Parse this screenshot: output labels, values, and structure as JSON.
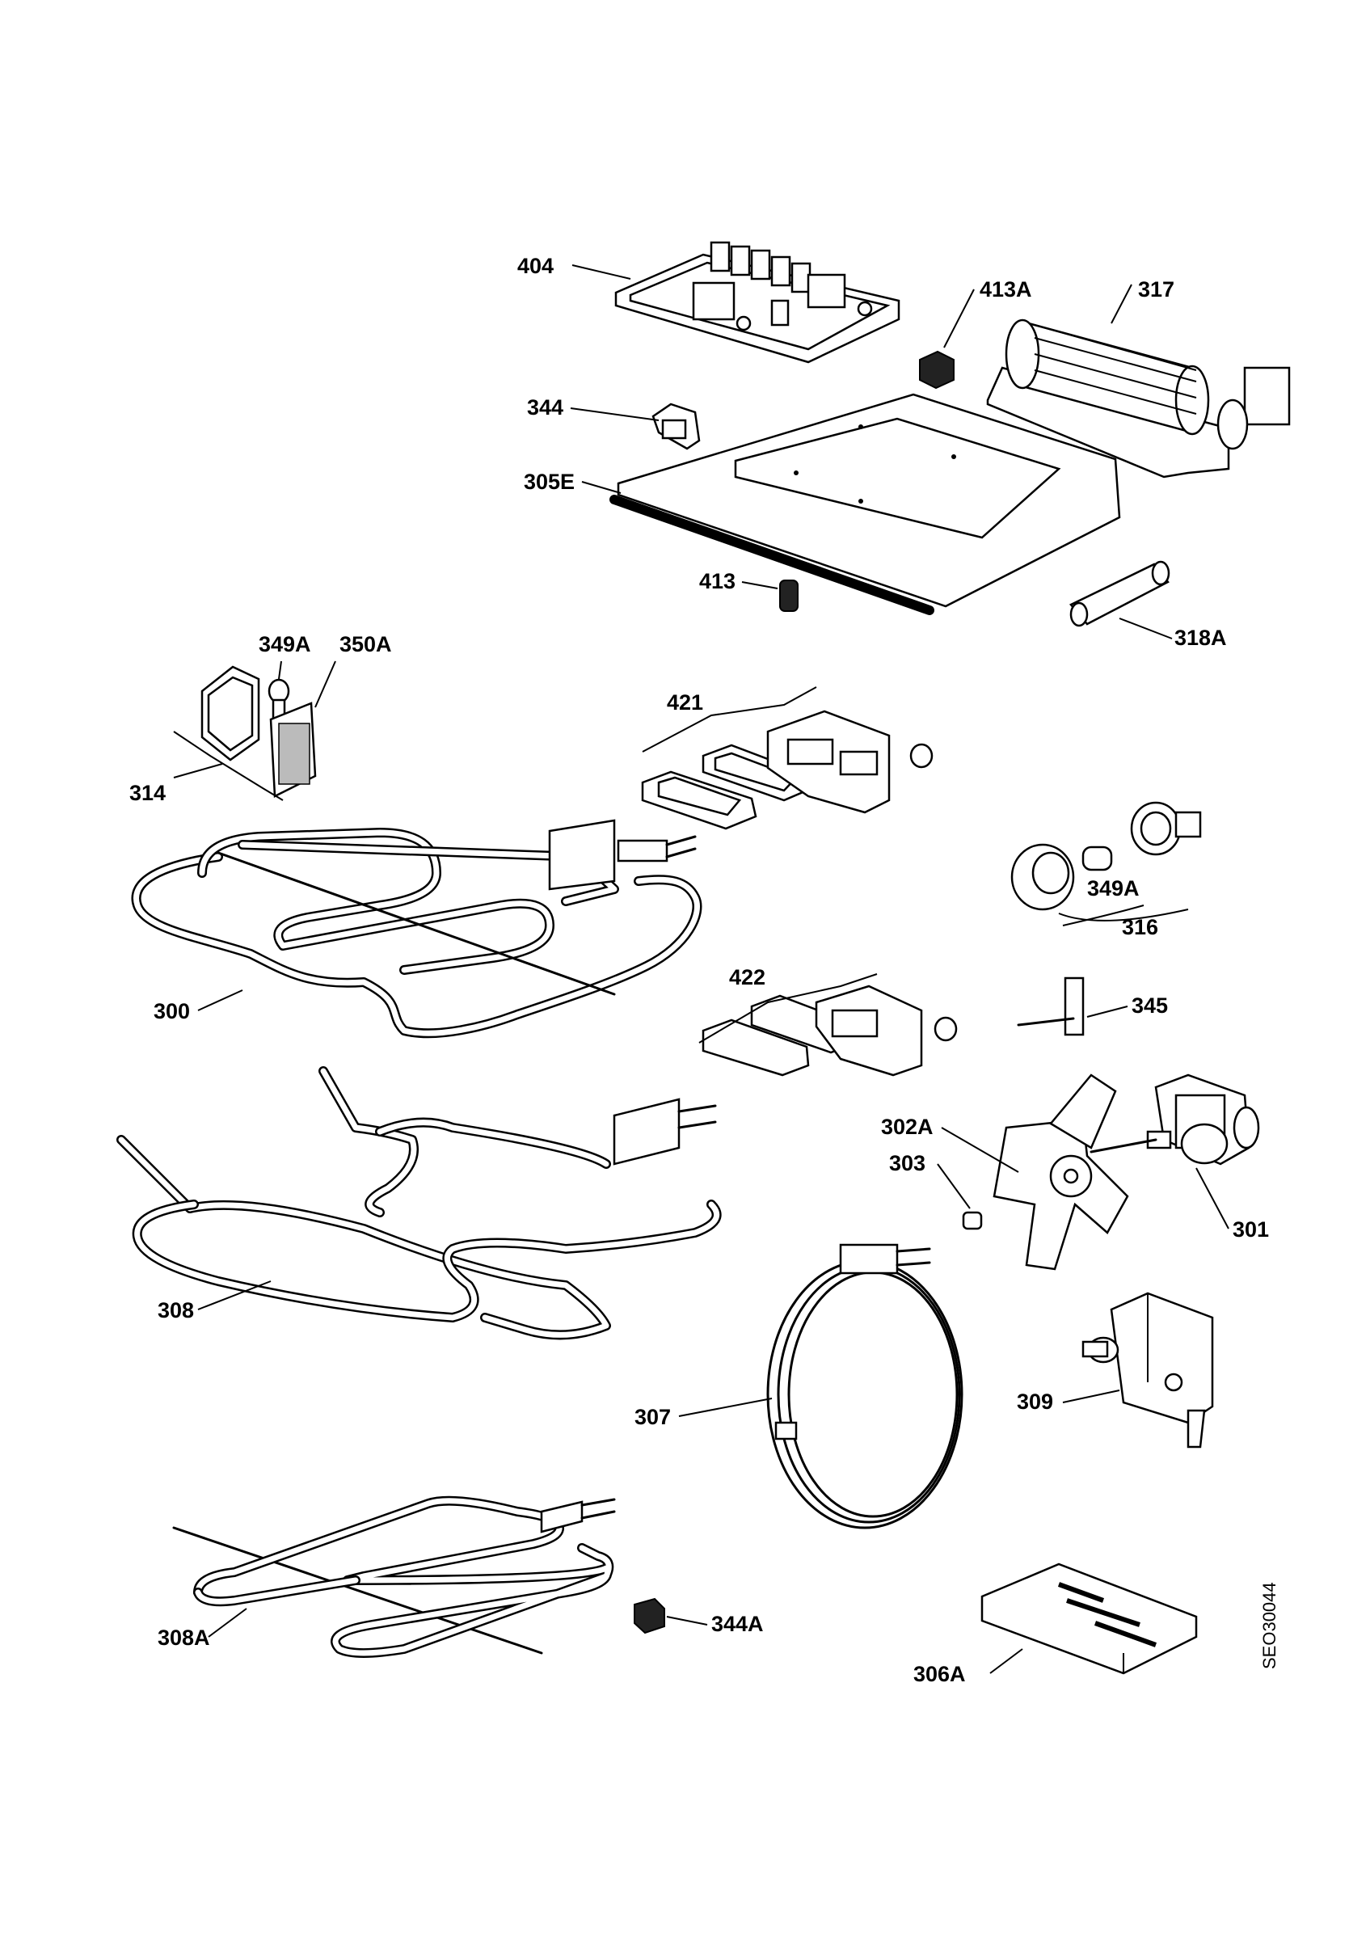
{
  "labels": {
    "p404": "404",
    "p413A": "413A",
    "p317": "317",
    "p344": "344",
    "p305E": "305E",
    "p413": "413",
    "p318A": "318A",
    "p349A_top": "349A",
    "p350A": "350A",
    "p314": "314",
    "p421": "421",
    "p349A_lamp": "349A",
    "p316": "316",
    "p300": "300",
    "p422": "422",
    "p345": "345",
    "p302A": "302A",
    "p303": "303",
    "p301": "301",
    "p308": "308",
    "p307": "307",
    "p309": "309",
    "p308A": "308A",
    "p344A": "344A",
    "p306A": "306A"
  },
  "doc_code": "SEO30044"
}
